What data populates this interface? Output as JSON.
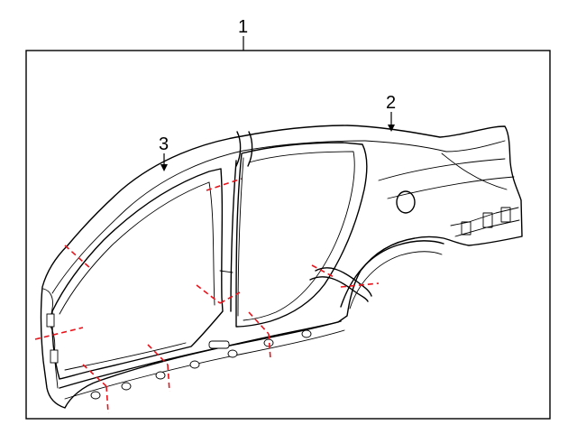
{
  "callouts": {
    "part_1": "1",
    "part_2": "2",
    "part_3": "3"
  },
  "colors": {
    "line": "#000000",
    "cut_line": "#e8141c",
    "background": "#ffffff"
  }
}
